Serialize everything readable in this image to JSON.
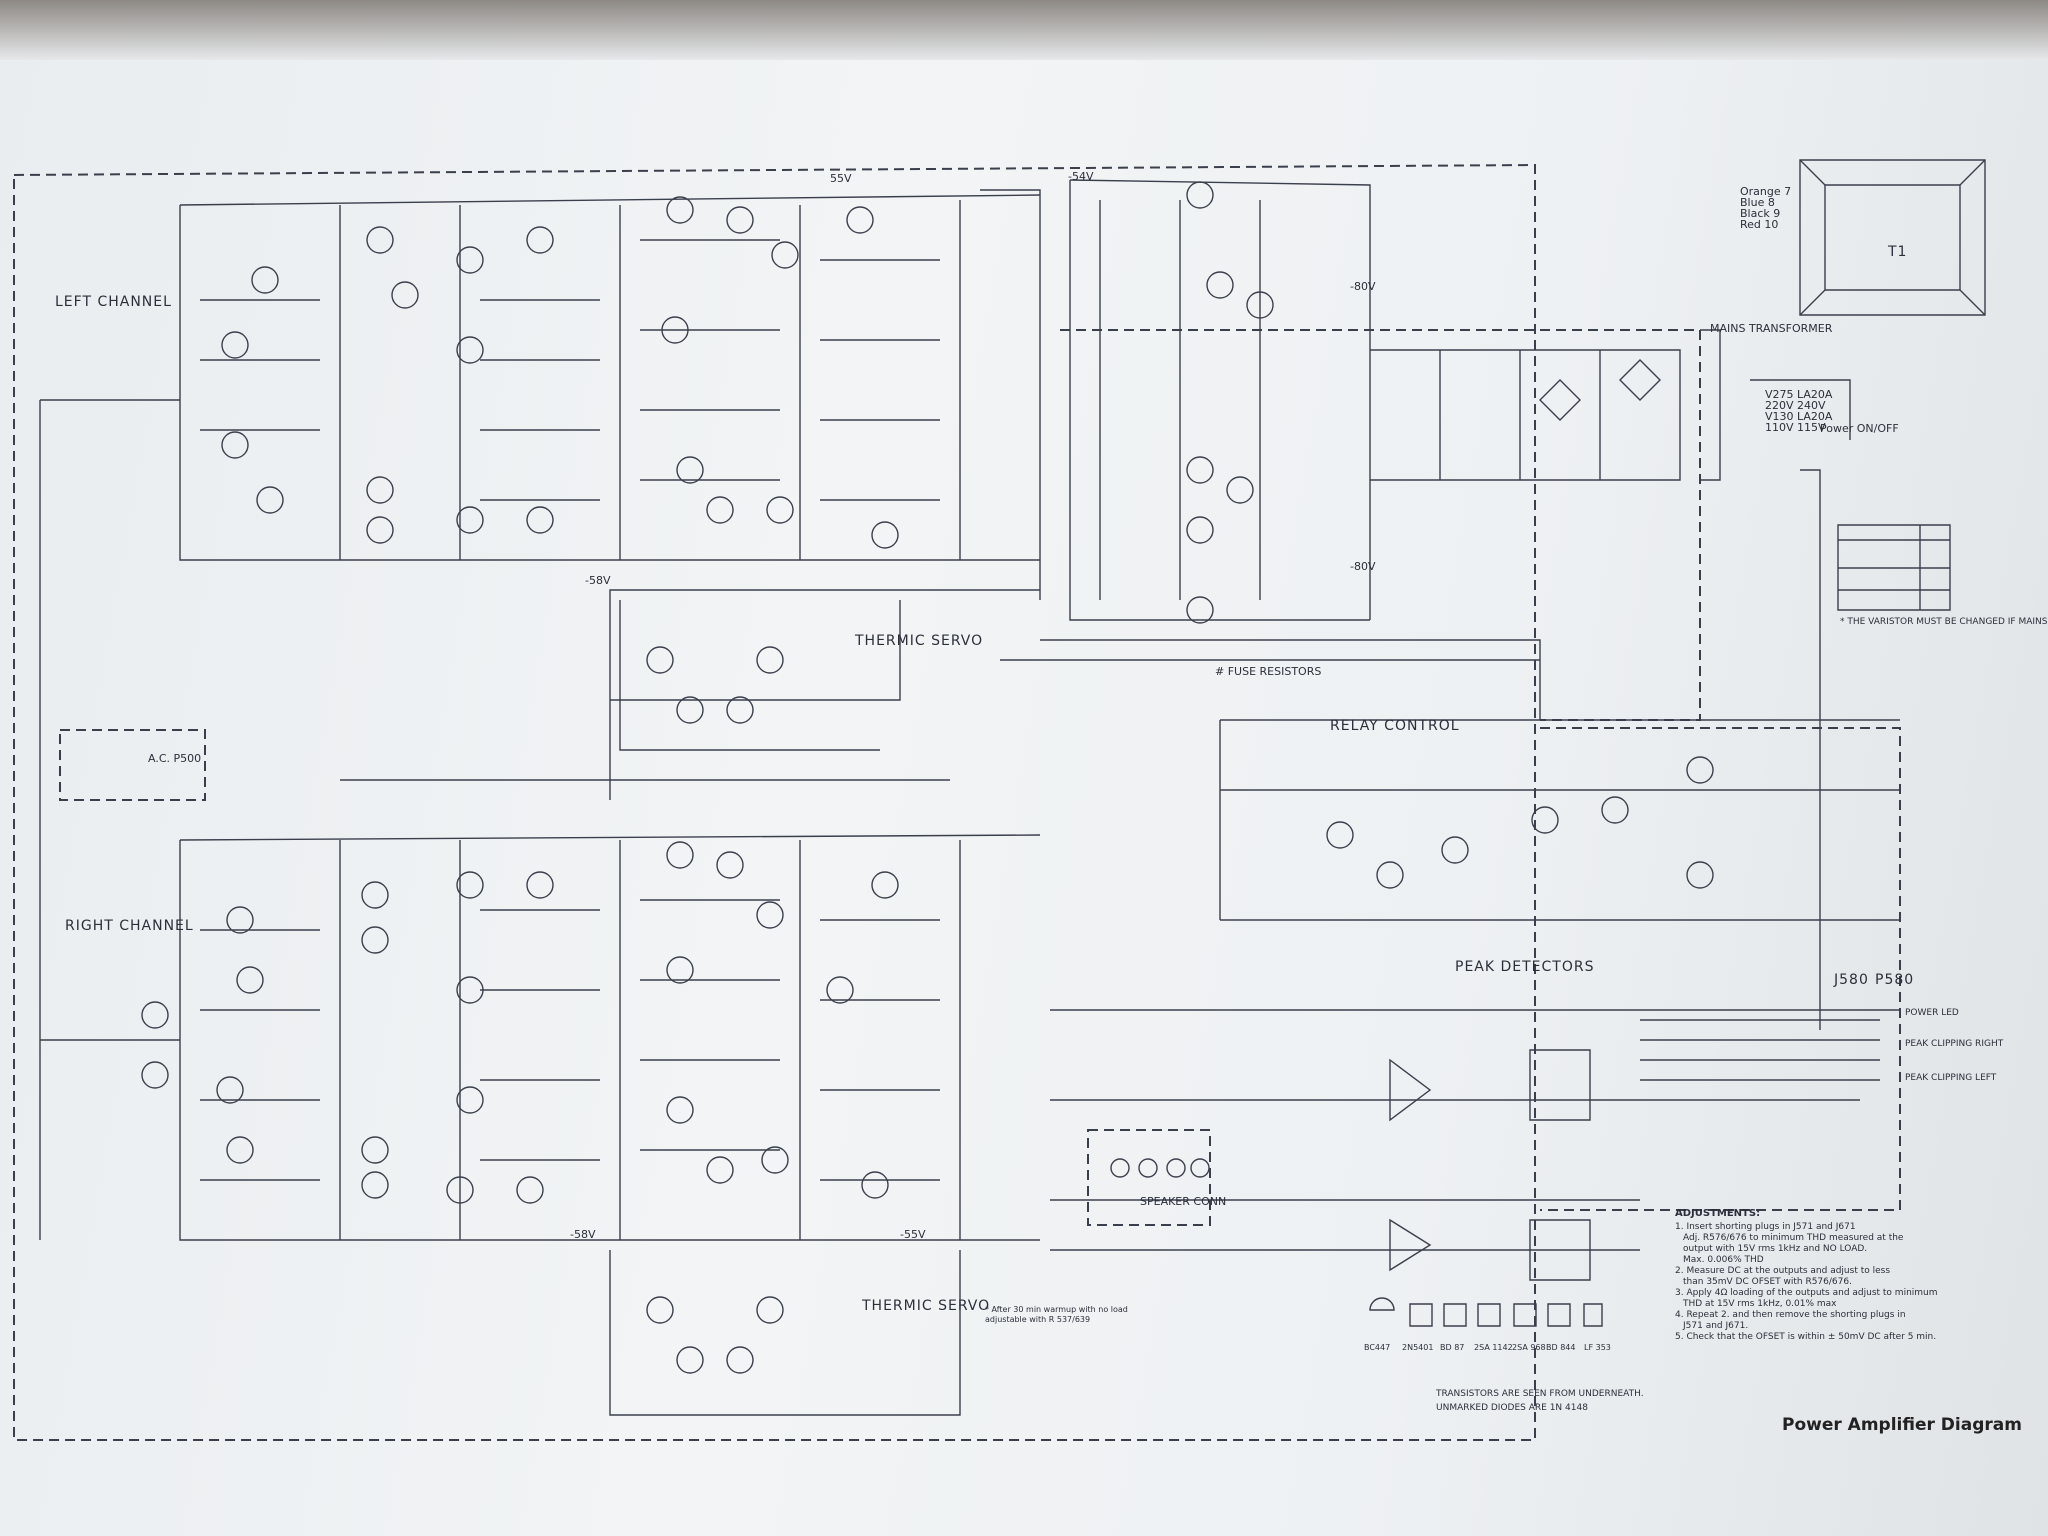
{
  "title": "Power Amplifier Diagram",
  "sections": {
    "left_channel": "LEFT CHANNEL",
    "right_channel": "RIGHT CHANNEL",
    "relay_control": "RELAY CONTROL",
    "peak_detectors": "PEAK DETECTORS",
    "thermic_servo_top": "THERMIC SERVO",
    "thermic_servo_bottom": "THERMIC SERVO",
    "fuse_resistors": "# FUSE RESISTORS",
    "mains_transformer": "MAINS TRANSFORMER",
    "speaker_conn": "SPEAKER CONN",
    "transformer": "T1"
  },
  "rails": {
    "pos_55": "55V",
    "neg_58": "-58V",
    "pos_58": "-58V",
    "neg_55": "-55V",
    "neg_54": "-54V",
    "neg_80": "-80V",
    "pos_80": "-80V"
  },
  "transformer_wires": [
    "Orange 7",
    "Blue 8",
    "Black 9",
    "Red 10"
  ],
  "mains_switch": {
    "lines": [
      "V275 LA20A",
      "220V 240V",
      "V130 LA20A",
      "110V 115V"
    ],
    "label": "Power ON/OFF"
  },
  "mains_table_note": "* THE VARISTOR MUST BE CHANGED IF MAINS IS CHANGED",
  "connectors": {
    "j580": "J580",
    "p580": "P580",
    "outputs": [
      "POWER LED",
      "PEAK CLIPPING RIGHT",
      "PEAK CLIPPING LEFT"
    ],
    "ac": "A.C. P500"
  },
  "adjustments": {
    "heading": "ADJUSTMENTS:",
    "steps": [
      "1. Insert shorting plugs in J571 and J671",
      "Adj. R576/676 to minimum THD measured at the",
      "output with 15V rms 1kHz and NO LOAD.",
      "Max. 0.006% THD",
      "2. Measure DC at the outputs and adjust to less",
      "than 35mV DC OFSET with R576/676.",
      "3. Apply 4Ω loading of the outputs and adjust to minimum",
      "THD at 15V rms 1kHz, 0.01% max",
      "4. Repeat 2. and then remove the shorting plugs in",
      "J571 and J671.",
      "5. Check that the OFSET is within ± 50mV DC after 5 min."
    ]
  },
  "transistor_note": [
    "TRANSISTORS ARE SEEN FROM UNDERNEATH.",
    "UNMARKED DIODES ARE 1N 4148"
  ],
  "footnote": [
    "* After 30 min warmup with no load",
    "adjustable with R 537/639"
  ],
  "transistor_types": [
    "BC447",
    "2N5401",
    "BD 87",
    "2SA 1142",
    "2SA 968",
    "BD 844",
    "LF 353"
  ]
}
